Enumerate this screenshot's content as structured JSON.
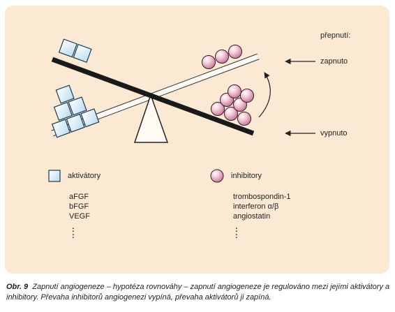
{
  "labels": {
    "switch": "přepnutí:",
    "on": "zapnuto",
    "off": "vypnuto"
  },
  "legend": {
    "activators": {
      "title": "aktivátory",
      "items": [
        "aFGF",
        "bFGF",
        "VEGF"
      ],
      "continuation": ":"
    },
    "inhibitors": {
      "title": "inhibitory",
      "items": [
        "trombospondin-1",
        "interferon α/β",
        "angiostatin"
      ],
      "continuation": ":"
    }
  },
  "caption": {
    "label": "Obr. 9",
    "text": "Zapnutí angiogeneze – hypotéza rovnováhy – zapnutí angiogeneze je regulováno mezi jejími aktivátory a inhibitory. Převaha inhibitorů angiogenezi vypíná, převaha aktivátorů ji zapíná."
  },
  "colors": {
    "panel_background": "#fbe9d3",
    "cube_fill": "#d6ecf8",
    "sphere_fill": "#f0b9cc",
    "beam_dark": "#1a1a1a",
    "beam_light": "#fffaf3"
  }
}
